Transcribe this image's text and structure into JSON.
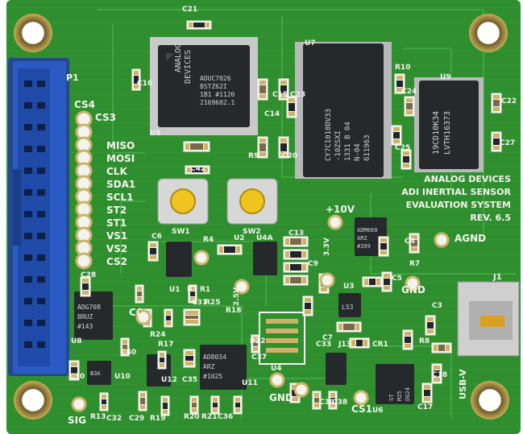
{
  "board": {
    "color": "#2f8f2f",
    "trace_color": "#3aa53a",
    "silkscreen_color": "#f4f4ee",
    "connector_color": "#2a5bc4",
    "chip_color": "#26292c",
    "pad_color": "#cdb36a"
  },
  "silkscreen": {
    "title_lines": [
      "ANALOG DEVICES",
      "ADI INERTIAL SENSOR",
      "EVALUATION SYSTEM",
      "REV. 6.5"
    ],
    "header_pins": [
      "CS4",
      "CS3",
      "MISO",
      "MOSI",
      "CLK",
      "SDA1",
      "SCL1",
      "ST2",
      "ST1",
      "VS1",
      "VS2",
      "CS2"
    ],
    "connector_label": "P1",
    "usb_label": "J1",
    "usb_text": "USB-V",
    "buttons": [
      "SW1",
      "SW2"
    ],
    "test_points": [
      "+10V",
      "AGND",
      "GND",
      "GND",
      "CC",
      "SIG",
      "CS1",
      "2.5V",
      "3.3V"
    ],
    "refs": [
      "C21",
      "C16",
      "U5",
      "U7",
      "R10",
      "R9",
      "C20",
      "U9",
      "C22",
      "C24",
      "C25",
      "C27",
      "C42",
      "C14",
      "C15",
      "C23",
      "C13",
      "U4A",
      "C6",
      "R4",
      "U1",
      "R3",
      "R1",
      "U2",
      "C9",
      "C4",
      "R7",
      "C5",
      "U3",
      "C28",
      "U8",
      "C30",
      "U10",
      "C40",
      "R24",
      "R17",
      "U12",
      "C35",
      "U11",
      "C37",
      "R22",
      "U4",
      "C39",
      "C38",
      "U6",
      "C17",
      "R8",
      "C18",
      "C3",
      "R13",
      "C32",
      "C29",
      "R19",
      "R20",
      "R21",
      "C36",
      "R18",
      "C31",
      "R25",
      "C7",
      "CR1",
      "J13",
      "C33"
    ],
    "ref_positions": []
  },
  "chips": {
    "u5": [
      "ANALOG",
      "DEVICES",
      "ADUC7026",
      "BSTZ62I",
      "1B1 #1120",
      "2169602.1"
    ],
    "u7": [
      "CY7C1010DV33",
      "-10ZSXI",
      "1331 B 04",
      "N-04",
      "611963"
    ],
    "u9": [
      "19CD10K34",
      "LVTH16373"
    ],
    "u8": [
      "ADG708",
      "BRUZ",
      "#143"
    ],
    "u11": [
      "AD8034",
      "ARZ",
      "#1025"
    ],
    "u3": [
      "LS3"
    ],
    "adm": [
      "ADM660",
      "ARZ",
      "#209"
    ],
    "u6": [
      "ST",
      "M25",
      "DG24"
    ],
    "u10": [
      "B3A"
    ]
  }
}
